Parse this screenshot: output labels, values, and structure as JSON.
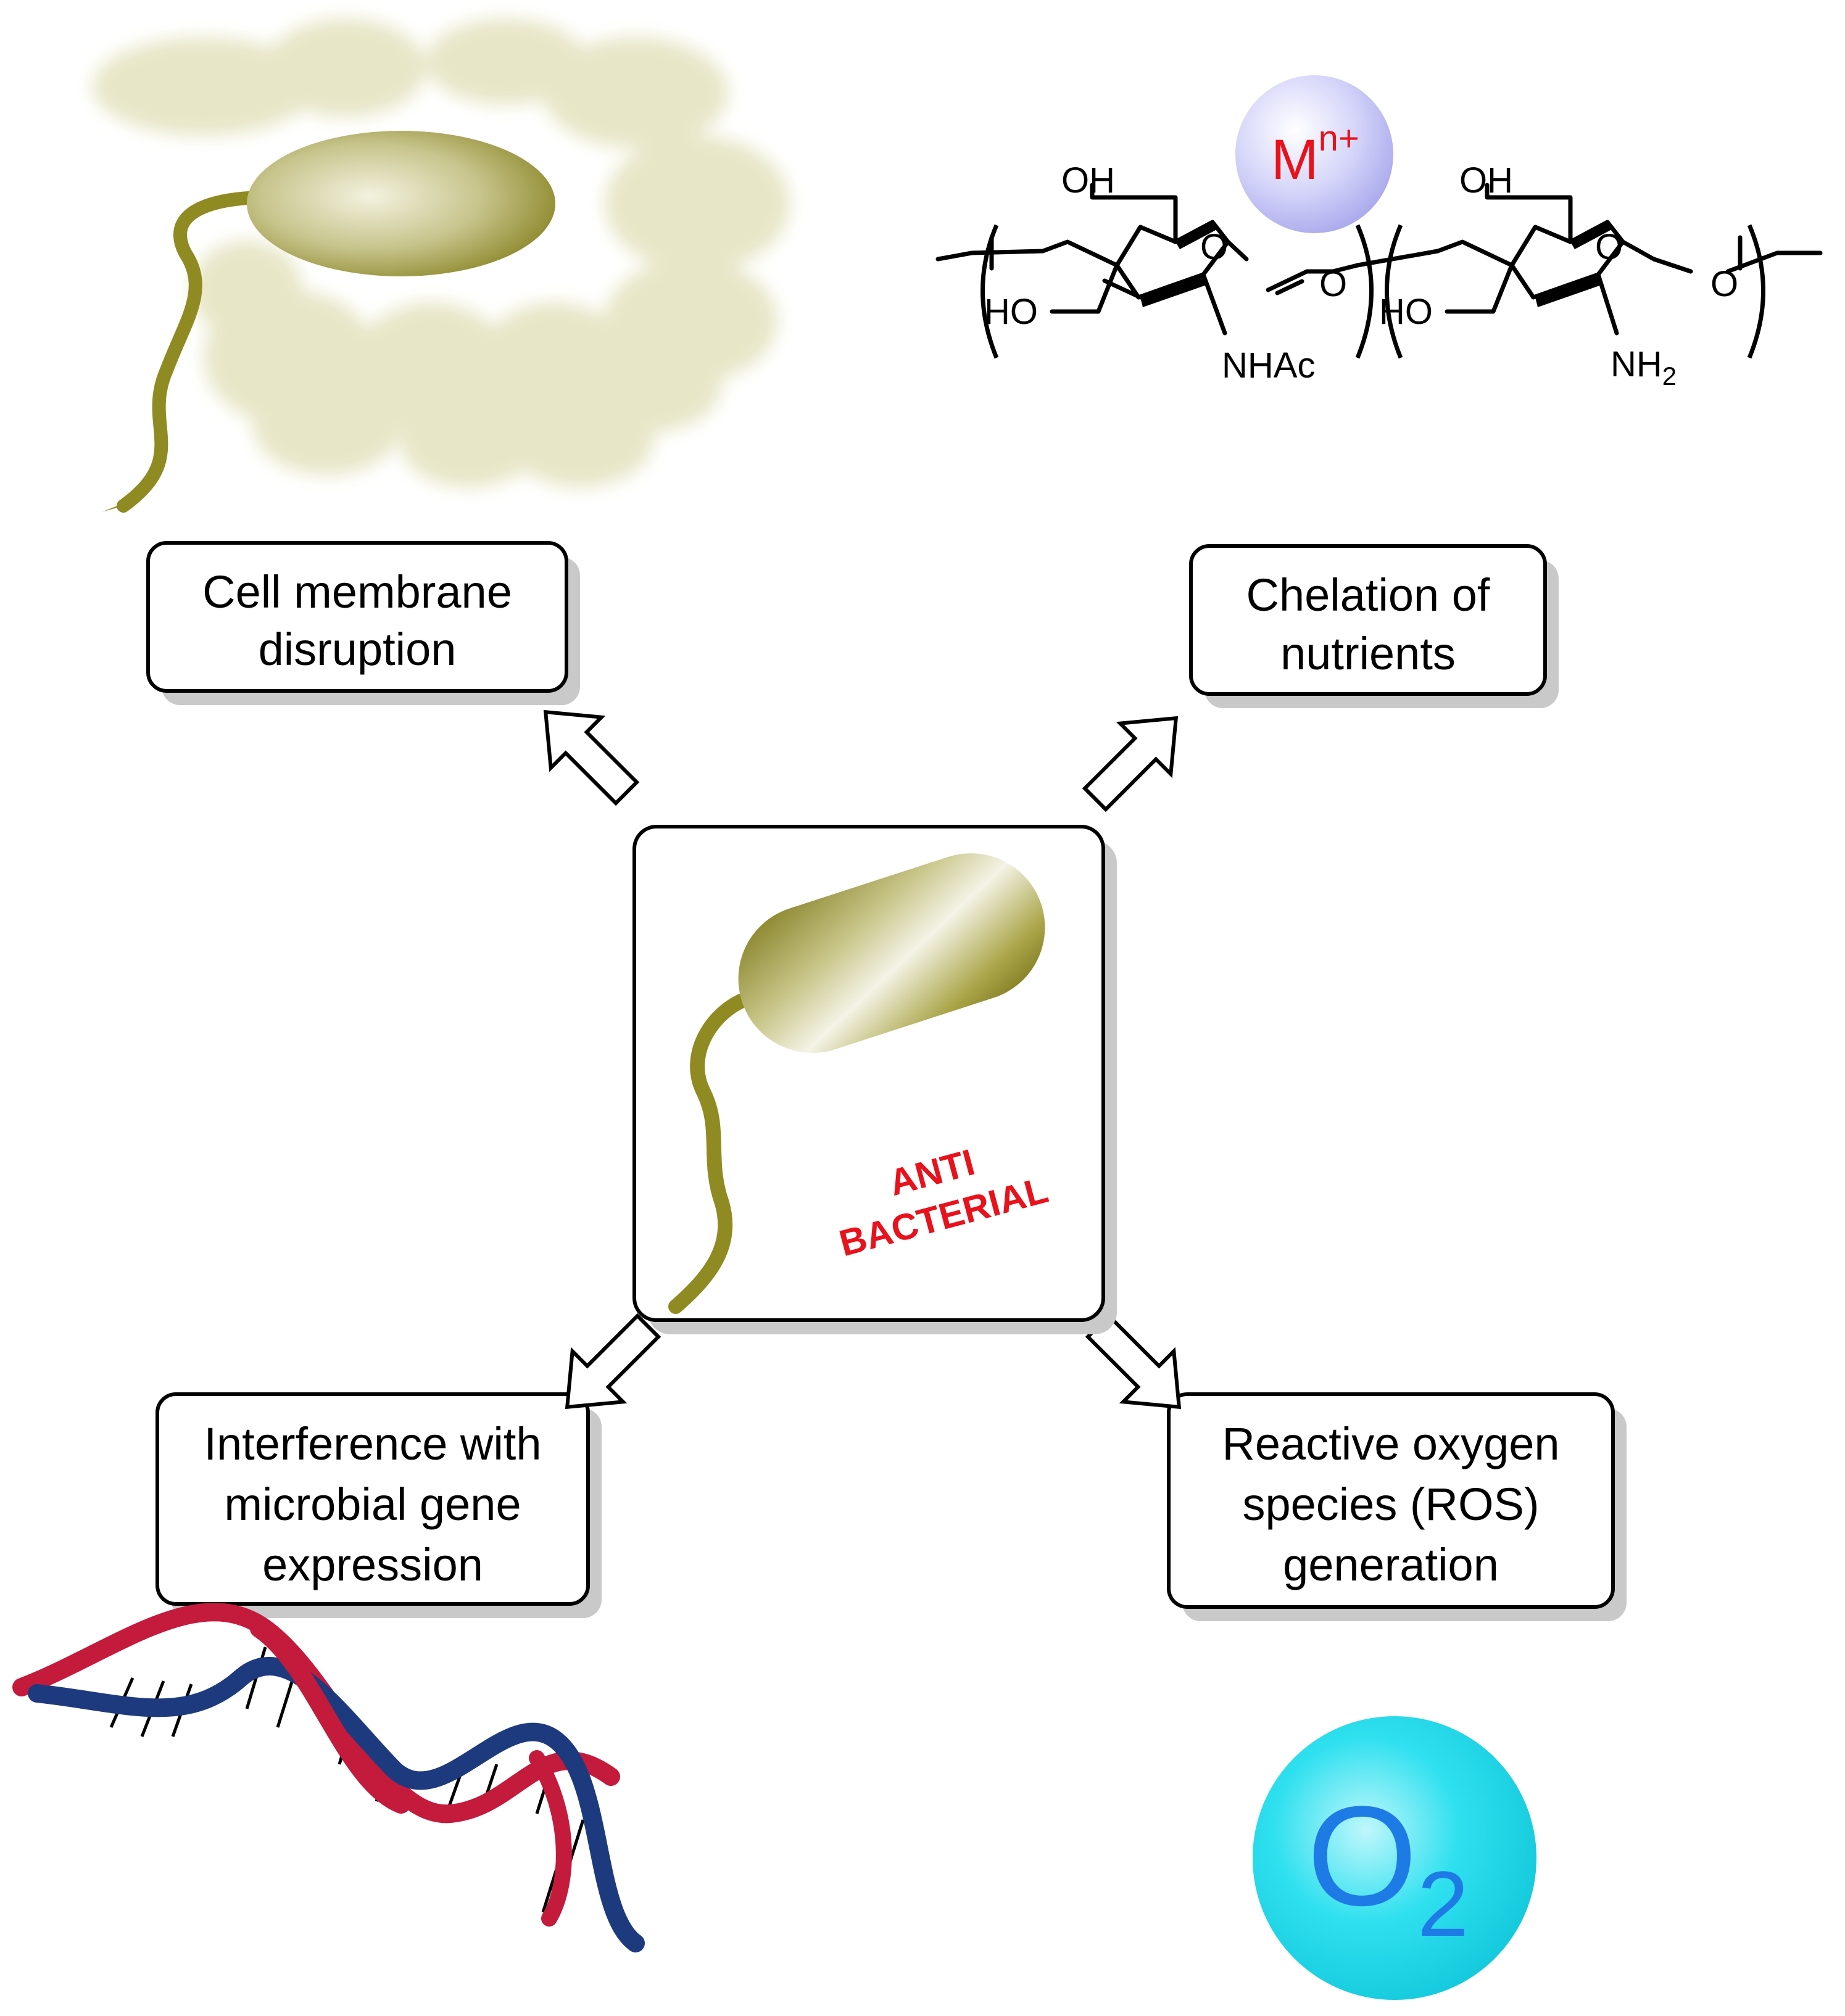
{
  "boxes": {
    "top_left": {
      "lines": [
        "Cell membrane",
        "disruption"
      ]
    },
    "top_right": {
      "lines": [
        "Chelation of",
        "nutrients"
      ]
    },
    "bottom_left": {
      "lines": [
        "Interference with",
        "microbial gene",
        "expression"
      ]
    },
    "bottom_right": {
      "lines": [
        "Reactive oxygen",
        "species (ROS)",
        "generation"
      ]
    }
  },
  "center": {
    "lines": [
      "ANTI",
      "BACTERIAL"
    ],
    "label_color": "#e8121c"
  },
  "metal_ion": {
    "symbol": "M",
    "superscript": "n+",
    "color": "#e8121c"
  },
  "chitosan": {
    "labels": {
      "oh_left": "OH",
      "oh_right": "OH",
      "ho_left": "HO",
      "ho_right": "HO",
      "ring_o_left": "O",
      "ring_o_right": "O",
      "link_o_left": "O",
      "link_o_right": "O",
      "nhac": "NHAc",
      "nh2": "NH",
      "nh2_sub": "2"
    }
  },
  "oxygen": {
    "symbol": "O",
    "subscript": "2",
    "color": "#1e7be6"
  },
  "colors": {
    "bacterium": "#8f8a22",
    "fuzz": "#e7e6c6",
    "dna_red": "#c41a3c",
    "dna_blue": "#1d3a7e",
    "sphere_m": "#c7c7f5",
    "sphere_o2": "#26e0f0"
  }
}
